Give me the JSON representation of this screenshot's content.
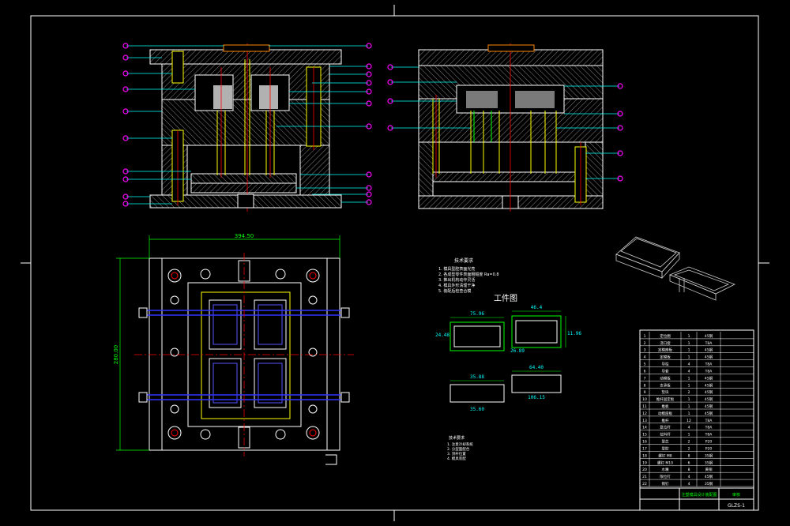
{
  "drawing": {
    "background": "#000000",
    "line_colors": {
      "frame": "#ffffff",
      "outline": "#ffffff",
      "hidden": "#ffff00",
      "center": "#ff0000",
      "dimension": "#00ff00",
      "leader": "#00ffff",
      "cooling": "#0000ff",
      "balloon": "#ff00ff"
    }
  },
  "workpiece_view": {
    "title": "工件图",
    "dimensions": [
      "75.96",
      "46.4",
      "64.40",
      "106.15",
      "35.88",
      "35.60",
      "24.48",
      "26.89",
      "11.96"
    ]
  },
  "plan_view": {
    "width_dim": "394.50",
    "height_dim": "280.00"
  },
  "notes_block_1": {
    "title": "技术要求",
    "lines": [
      "1. 模具型腔表面光亮",
      "2. 各成型零件表面粗糙度 Ra=0.8",
      "3. 推出机构动作灵活",
      "4. 模具外形清理干净",
      "5. 装配后检查合模"
    ]
  },
  "notes_block_2": {
    "title": "技术要求",
    "lines": [
      "1. 注意冷却系统",
      "2. 分型面配合",
      "3. 顶杆位置",
      "4. 模具装配"
    ]
  },
  "title_block": {
    "main_title": "注塑模具设计装配图",
    "drawing_no": "GLZS-1",
    "approval": "审核",
    "rows": [
      [
        "1",
        "定位圈",
        "1",
        "45钢"
      ],
      [
        "2",
        "浇口套",
        "1",
        "T8A"
      ],
      [
        "3",
        "定模座板",
        "1",
        "45钢"
      ],
      [
        "4",
        "定模板",
        "1",
        "45钢"
      ],
      [
        "5",
        "导柱",
        "4",
        "T8A"
      ],
      [
        "6",
        "导套",
        "4",
        "T8A"
      ],
      [
        "7",
        "动模板",
        "1",
        "45钢"
      ],
      [
        "8",
        "支承板",
        "1",
        "45钢"
      ],
      [
        "9",
        "垫块",
        "2",
        "45钢"
      ],
      [
        "10",
        "推杆固定板",
        "1",
        "45钢"
      ],
      [
        "11",
        "推板",
        "1",
        "45钢"
      ],
      [
        "12",
        "动模座板",
        "1",
        "45钢"
      ],
      [
        "13",
        "推杆",
        "12",
        "T8A"
      ],
      [
        "14",
        "复位杆",
        "4",
        "T8A"
      ],
      [
        "15",
        "拉料杆",
        "1",
        "T8A"
      ],
      [
        "16",
        "型芯",
        "2",
        "P20"
      ],
      [
        "17",
        "型腔",
        "2",
        "P20"
      ],
      [
        "18",
        "螺钉 M8",
        "8",
        "35钢"
      ],
      [
        "19",
        "螺钉 M10",
        "6",
        "35钢"
      ],
      [
        "20",
        "水嘴",
        "8",
        "黄铜"
      ],
      [
        "21",
        "限位钉",
        "4",
        "45钢"
      ],
      [
        "22",
        "销钉",
        "4",
        "35钢"
      ]
    ]
  }
}
